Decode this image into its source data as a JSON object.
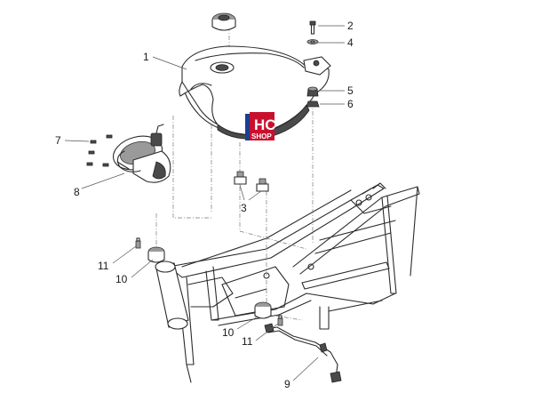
{
  "diagram": {
    "callouts": [
      {
        "id": "c1",
        "label": "1"
      },
      {
        "id": "c2",
        "label": "2"
      },
      {
        "id": "c3",
        "label": "3"
      },
      {
        "id": "c4",
        "label": "4"
      },
      {
        "id": "c5",
        "label": "5"
      },
      {
        "id": "c6",
        "label": "6"
      },
      {
        "id": "c7",
        "label": "7"
      },
      {
        "id": "c8",
        "label": "8"
      },
      {
        "id": "c9",
        "label": "9"
      },
      {
        "id": "c10a",
        "label": "10"
      },
      {
        "id": "c10b",
        "label": "10"
      },
      {
        "id": "c11a",
        "label": "11"
      },
      {
        "id": "c11b",
        "label": "11"
      }
    ],
    "watermark": {
      "line1": "HC",
      "line2": "SHOP",
      "color_bg": "#c8102e",
      "color_accent": "#1b3f8f"
    },
    "colors": {
      "line": "#2b2b2b",
      "background": "#ffffff"
    }
  }
}
